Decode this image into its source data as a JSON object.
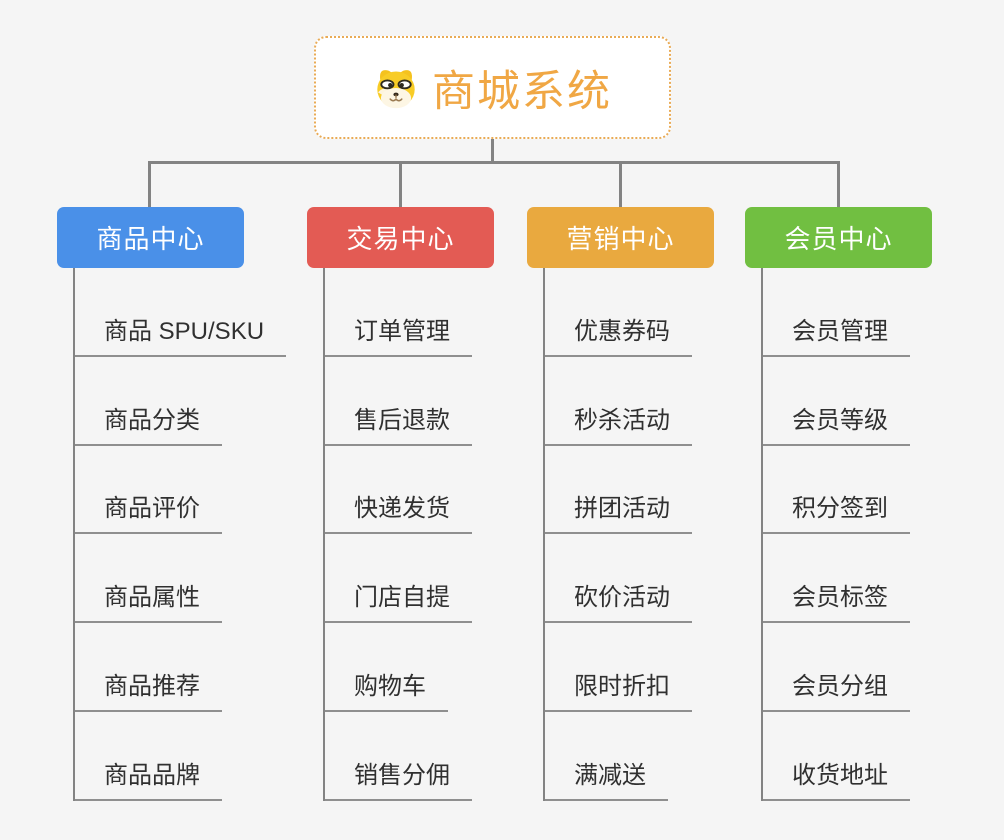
{
  "canvas": {
    "background": "#f5f5f5"
  },
  "root": {
    "title": "商城系统",
    "title_color": "#f0a744",
    "border_color": "#e9ab56",
    "icon": "doge-icon"
  },
  "connectors": {
    "color": "#838383",
    "underline_color": "#8f8f8f"
  },
  "branches": [
    {
      "id": "product-center",
      "label": "商品中心",
      "color": "#4a90e8",
      "children": [
        "商品 SPU/SKU",
        "商品分类",
        "商品评价",
        "商品属性",
        "商品推荐",
        "商品品牌"
      ]
    },
    {
      "id": "trade-center",
      "label": "交易中心",
      "color": "#e35b54",
      "children": [
        "订单管理",
        "售后退款",
        "快递发货",
        "门店自提",
        "购物车",
        "销售分佣"
      ]
    },
    {
      "id": "marketing-center",
      "label": "营销中心",
      "color": "#e9a93f",
      "children": [
        "优惠券码",
        "秒杀活动",
        "拼团活动",
        "砍价活动",
        "限时折扣",
        "满减送"
      ]
    },
    {
      "id": "member-center",
      "label": "会员中心",
      "color": "#71bf41",
      "children": [
        "会员管理",
        "会员等级",
        "积分签到",
        "会员标签",
        "会员分组",
        "收货地址"
      ]
    }
  ]
}
